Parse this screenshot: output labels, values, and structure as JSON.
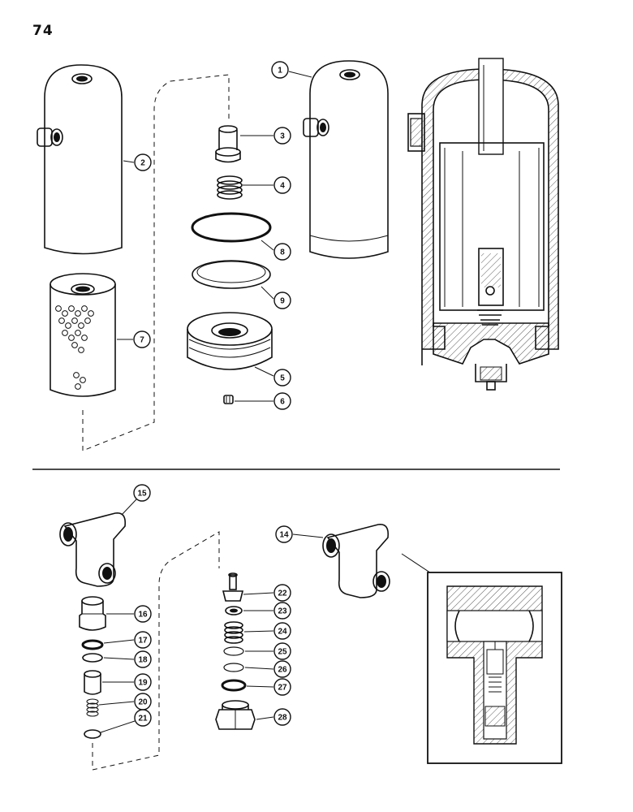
{
  "page": {
    "number": "74"
  },
  "callouts": [
    {
      "id": "c1",
      "label": "1"
    },
    {
      "id": "c2",
      "label": "2"
    },
    {
      "id": "c3",
      "label": "3"
    },
    {
      "id": "c4",
      "label": "4"
    },
    {
      "id": "c5",
      "label": "5"
    },
    {
      "id": "c6",
      "label": "6"
    },
    {
      "id": "c7",
      "label": "7"
    },
    {
      "id": "c8",
      "label": "8"
    },
    {
      "id": "c9",
      "label": "9"
    },
    {
      "id": "c14",
      "label": "14"
    },
    {
      "id": "c15",
      "label": "15"
    },
    {
      "id": "c16",
      "label": "16"
    },
    {
      "id": "c17",
      "label": "17"
    },
    {
      "id": "c18",
      "label": "18"
    },
    {
      "id": "c19",
      "label": "19"
    },
    {
      "id": "c20",
      "label": "20"
    },
    {
      "id": "c21",
      "label": "21"
    },
    {
      "id": "c22",
      "label": "22"
    },
    {
      "id": "c23",
      "label": "23"
    },
    {
      "id": "c24",
      "label": "24"
    },
    {
      "id": "c25",
      "label": "25"
    },
    {
      "id": "c26",
      "label": "26"
    },
    {
      "id": "c27",
      "label": "27"
    },
    {
      "id": "c28",
      "label": "28"
    }
  ],
  "colors": {
    "ink": "#111111",
    "paper": "#ffffff",
    "hatch": "#333333"
  }
}
